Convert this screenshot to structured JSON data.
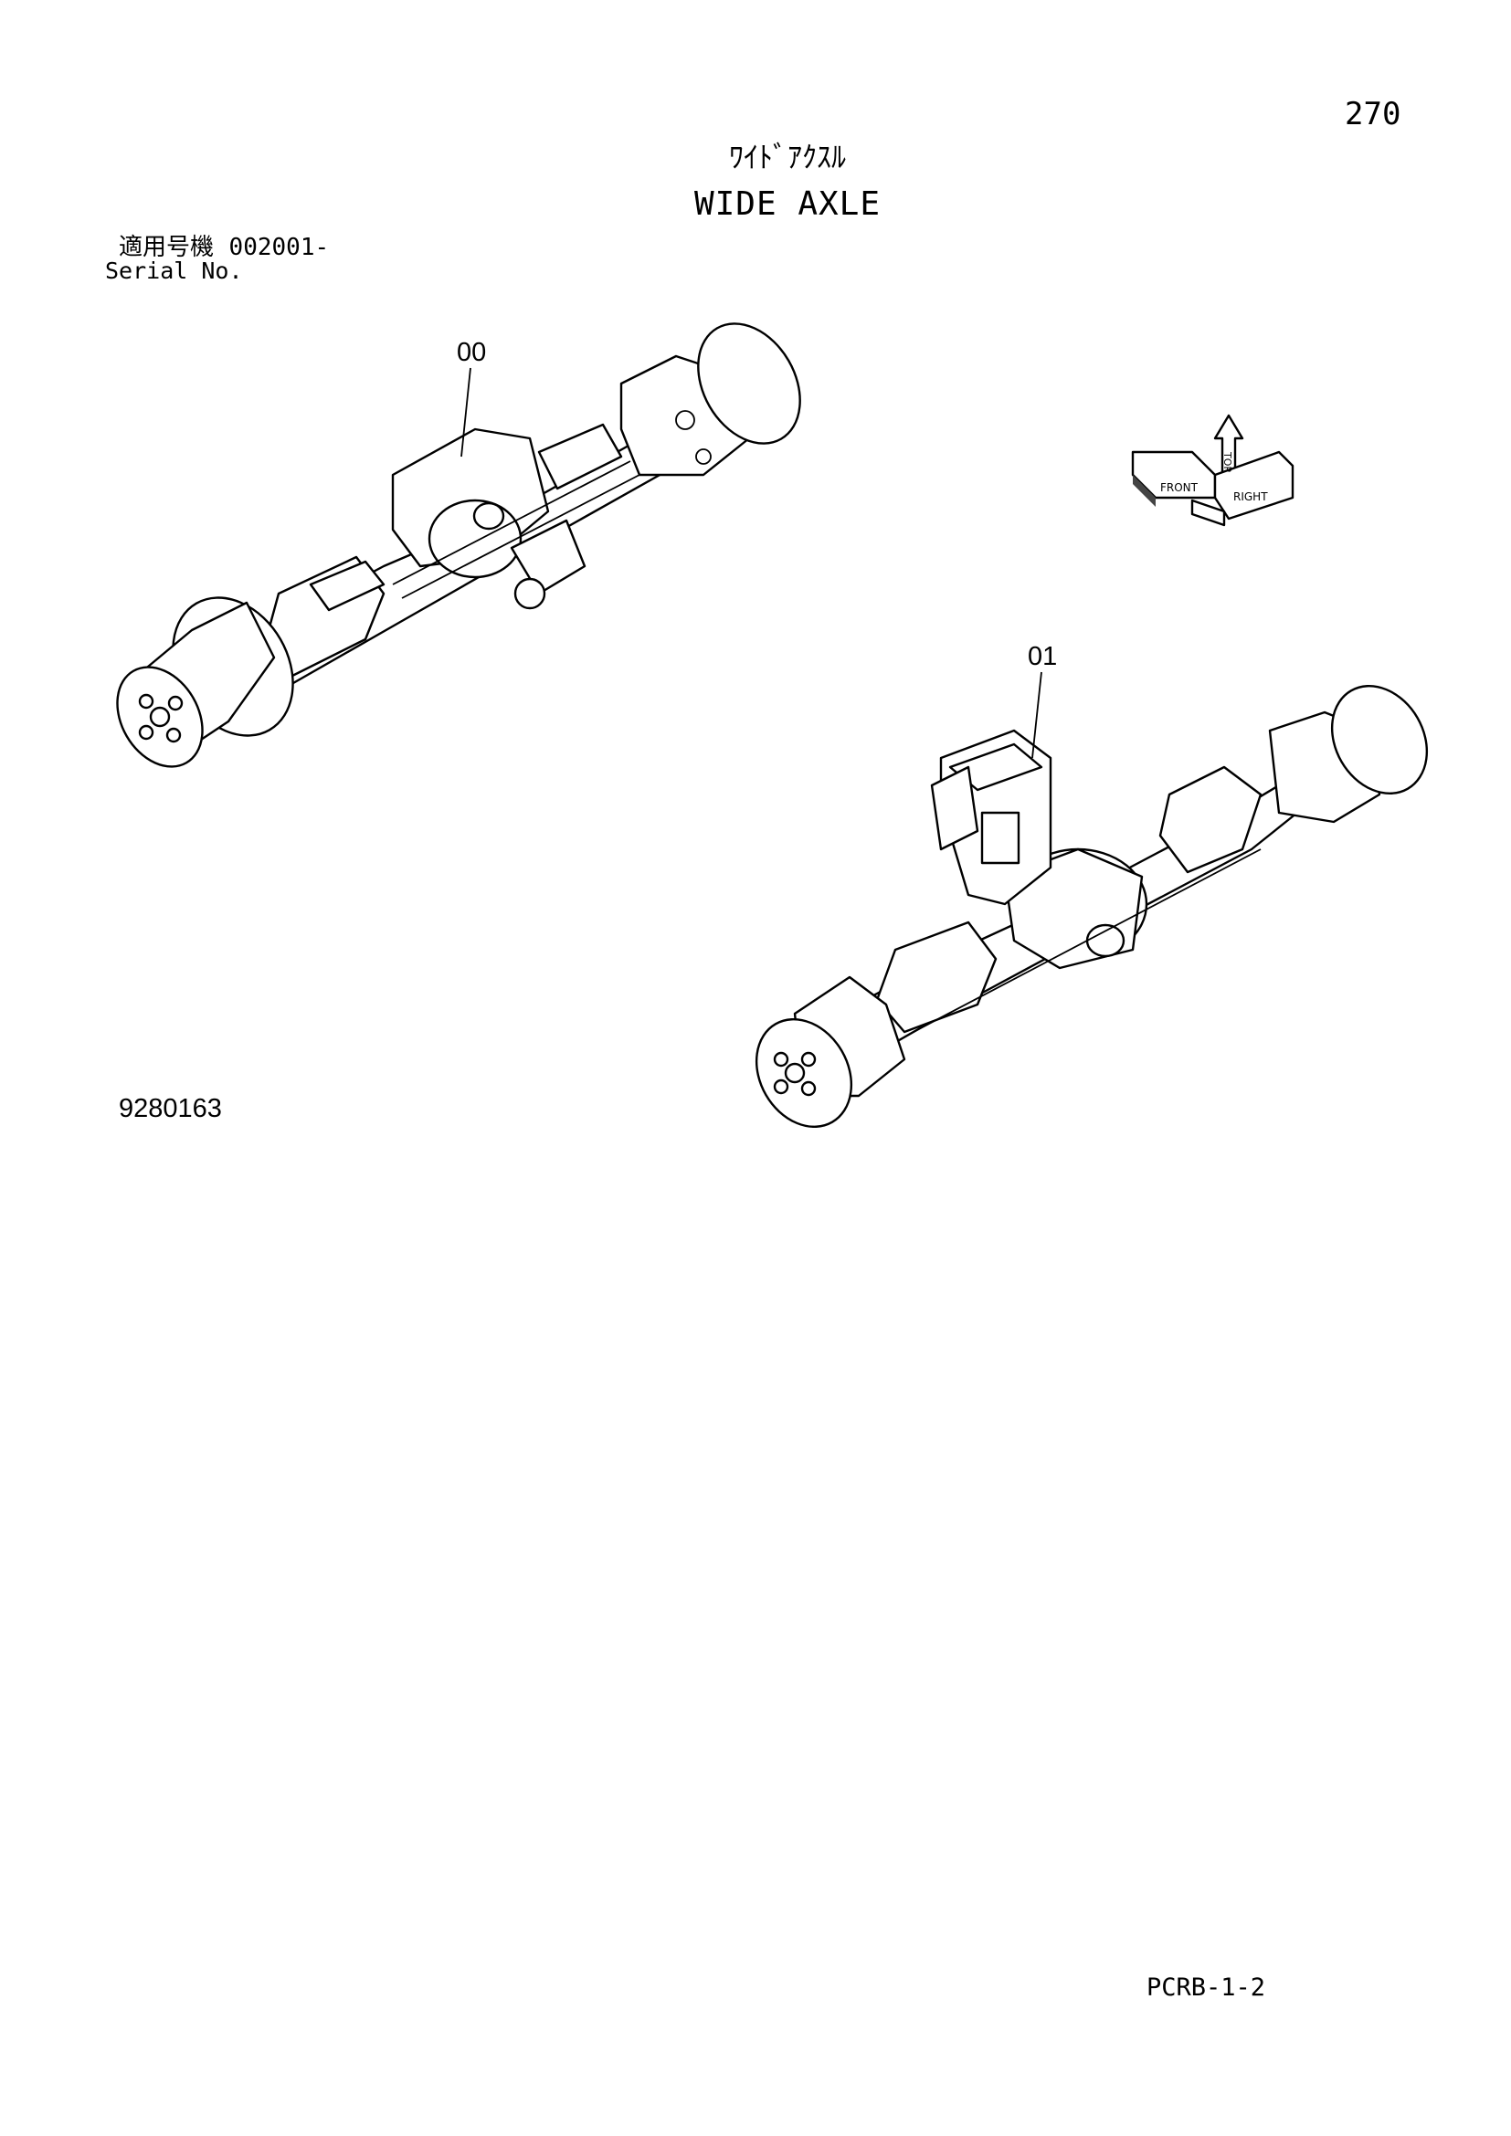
{
  "page_number": "270",
  "title_jp": "ﾜｲﾄﾞｱｸｽﾙ",
  "title_en": "WIDE AXLE",
  "serial_label_jp": "適用号機",
  "serial_value": "002001-",
  "serial_label_en": "Serial No.",
  "callouts": {
    "front_axle": "00",
    "rear_axle": "01"
  },
  "orientation": {
    "top": "TOP",
    "front": "FRONT",
    "right": "RIGHT"
  },
  "drawing_number": "9280163",
  "page_code": "PCRB-1-2"
}
